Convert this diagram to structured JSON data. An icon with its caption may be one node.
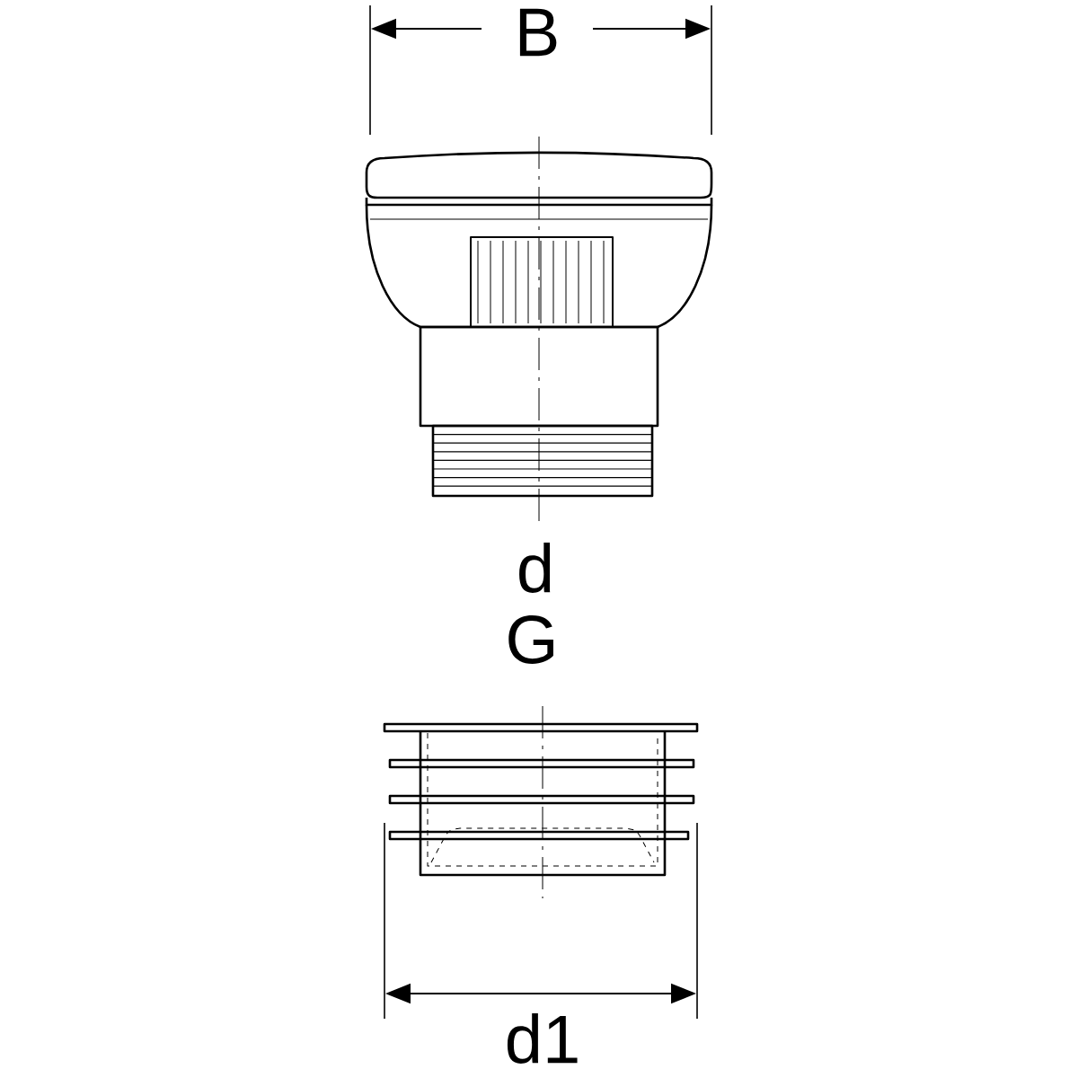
{
  "diagram": {
    "labels": [
      "B",
      "d",
      "G",
      "d1"
    ]
  }
}
